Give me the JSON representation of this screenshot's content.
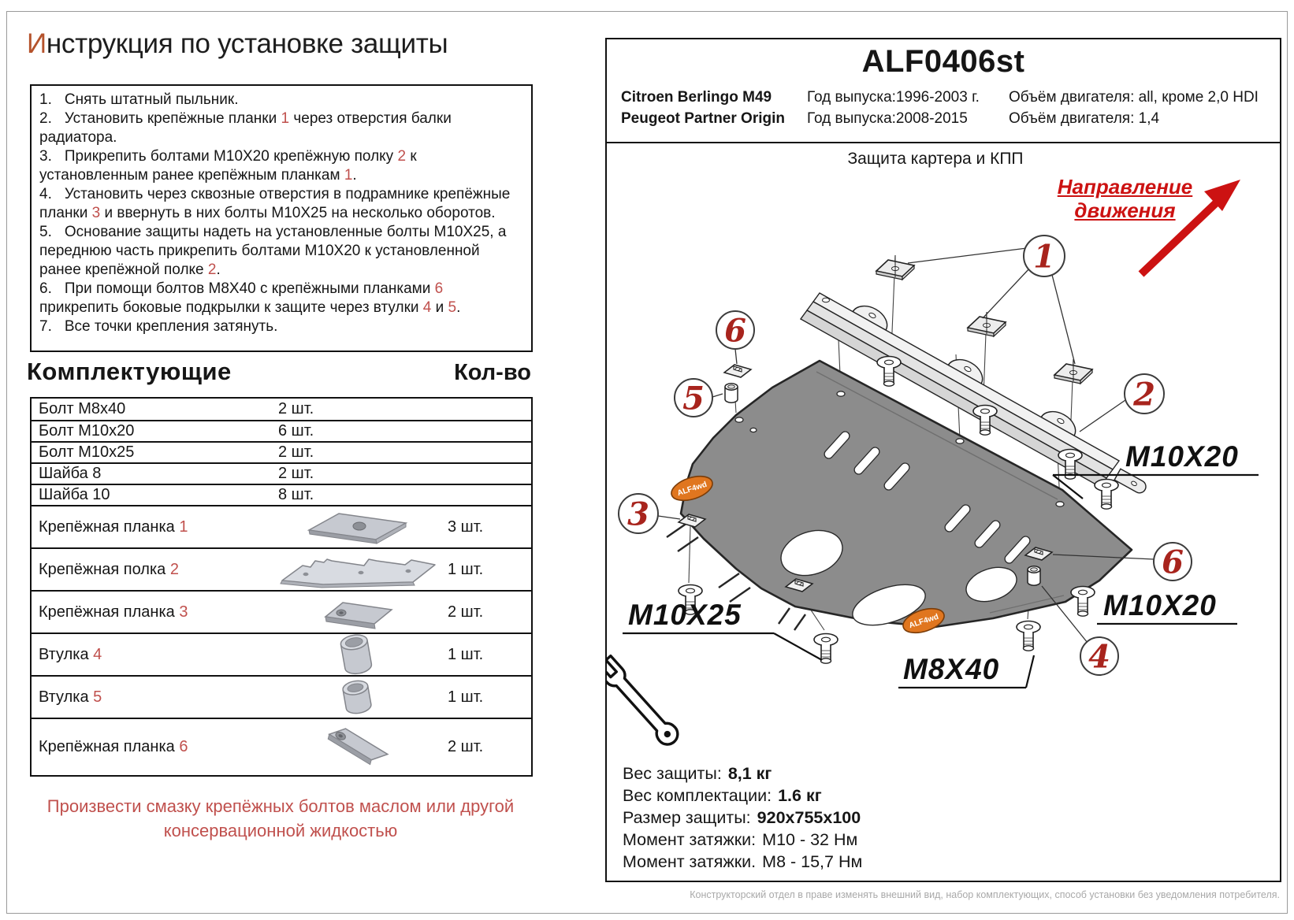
{
  "colors": {
    "accent_red": "#c0504d",
    "title_initial": "#b5532c",
    "direction_red": "#cc1212",
    "callout_red": "#a8241d",
    "disclaimer_gray": "#a9a9a9"
  },
  "title": {
    "initial": "И",
    "rest": "нструкция по установке защиты"
  },
  "instructions": {
    "items": [
      {
        "num": "1.",
        "segments": [
          {
            "text": "Снять штатный пыльник.",
            "red": false
          }
        ]
      },
      {
        "num": "2.",
        "segments": [
          {
            "text": "Установить крепёжные планки ",
            "red": false
          },
          {
            "text": "1",
            "red": true
          },
          {
            "text": " через отверстия балки радиатора.",
            "red": false
          }
        ]
      },
      {
        "num": "3.",
        "segments": [
          {
            "text": "Прикрепить болтами М10Х20 крепёжную полку ",
            "red": false
          },
          {
            "text": "2",
            "red": true
          },
          {
            "text": " к установленным ранее крепёжным планкам ",
            "red": false
          },
          {
            "text": "1",
            "red": true
          },
          {
            "text": ".",
            "red": false
          }
        ]
      },
      {
        "num": "4.",
        "segments": [
          {
            "text": "Установить через сквозные отверстия в подрамнике крепёжные планки ",
            "red": false
          },
          {
            "text": "3",
            "red": true
          },
          {
            "text": " и ввернуть в них болты М10Х25 на несколько оборотов.",
            "red": false
          }
        ]
      },
      {
        "num": "5.",
        "segments": [
          {
            "text": "Основание защиты надеть на установленные болты М10Х25, а переднюю часть прикрепить болтами М10Х20 к установленной ранее крепёжной полке ",
            "red": false
          },
          {
            "text": "2",
            "red": true
          },
          {
            "text": ".",
            "red": false
          }
        ]
      },
      {
        "num": "6.",
        "segments": [
          {
            "text": "При помощи болтов М8Х40 с крепёжными планками ",
            "red": false
          },
          {
            "text": "6",
            "red": true
          },
          {
            "text": " прикрепить боковые подкрылки к защите через втулки  ",
            "red": false
          },
          {
            "text": "4",
            "red": true
          },
          {
            "text": " и ",
            "red": false
          },
          {
            "text": "5",
            "red": true
          },
          {
            "text": ".",
            "red": false
          }
        ]
      },
      {
        "num": "7.",
        "segments": [
          {
            "text": "Все точки крепления затянуть.",
            "red": false
          }
        ]
      }
    ]
  },
  "components": {
    "heading": "Комплектующие",
    "qty_heading": "Кол-во",
    "rows": [
      {
        "name": [
          {
            "text": "Болт М8х40",
            "red": false
          }
        ],
        "qty": "2 шт.",
        "icon": null
      },
      {
        "name": [
          {
            "text": "Болт М10х20",
            "red": false
          }
        ],
        "qty": "6 шт.",
        "icon": null
      },
      {
        "name": [
          {
            "text": "Болт М10х25",
            "red": false
          }
        ],
        "qty": "2 шт.",
        "icon": null
      },
      {
        "name": [
          {
            "text": "Шайба 8",
            "red": false
          }
        ],
        "qty": "2 шт.",
        "icon": null
      },
      {
        "name": [
          {
            "text": "Шайба 10",
            "red": false
          }
        ],
        "qty": "8 шт.",
        "icon": null
      },
      {
        "name": [
          {
            "text": "Крепёжная планка ",
            "red": false
          },
          {
            "text": "1",
            "red": true
          }
        ],
        "qty": "3 шт.",
        "icon": "mounting-plate-icon"
      },
      {
        "name": [
          {
            "text": "Крепёжная полка ",
            "red": false
          },
          {
            "text": "2",
            "red": true
          }
        ],
        "qty": "1 шт.",
        "icon": "mounting-shelf-icon"
      },
      {
        "name": [
          {
            "text": "Крепёжная планка ",
            "red": false
          },
          {
            "text": "3",
            "red": true
          }
        ],
        "qty": "2 шт.",
        "icon": "small-plate-icon"
      },
      {
        "name": [
          {
            "text": "Втулка ",
            "red": false
          },
          {
            "text": "4",
            "red": true
          }
        ],
        "qty": "1 шт.",
        "icon": "bushing-large-icon"
      },
      {
        "name": [
          {
            "text": "Втулка ",
            "red": false
          },
          {
            "text": "5",
            "red": true
          }
        ],
        "qty": "1 шт.",
        "icon": "bushing-small-icon"
      },
      {
        "name": [
          {
            "text": "Крепёжная планка ",
            "red": false
          },
          {
            "text": "6",
            "red": true
          }
        ],
        "qty": "2 шт.",
        "icon": "angled-plate-icon",
        "size": "l"
      }
    ]
  },
  "grease_note": "Произвести смазку крепёжных болтов маслом или другой консервационной жидкостью",
  "product": {
    "part_number": "ALF0406st",
    "vehicles": [
      {
        "model": "Citroen Berlingo M49",
        "years": "Год выпуска:1996-2003 г.",
        "engine": "Объём двигателя: all, кроме 2,0 HDI"
      },
      {
        "model": "Peugeot Partner Origin",
        "years": "Год выпуска:2008-2015",
        "engine": "Объём двигателя: 1,4"
      }
    ]
  },
  "diagram": {
    "title": "Защита картера и КПП",
    "direction_line1": "Направление",
    "direction_line2": "движения",
    "callouts": [
      "1",
      "2",
      "6",
      "5",
      "3",
      "6",
      "4"
    ],
    "bolt_labels": [
      "M10X20",
      "M10X25",
      "M8X40",
      "M10X20"
    ],
    "brand_badge": "ALF4wd"
  },
  "specs": [
    {
      "label": "Вес защиты:",
      "value": "8,1 кг",
      "bold": true
    },
    {
      "label": "Вес комплектации:",
      "value": "1.6 кг",
      "bold": true
    },
    {
      "label": "Размер защиты:",
      "value": "920х755х100",
      "bold": true
    },
    {
      "label": "Момент затяжки:",
      "value": "М10 - 32 Нм",
      "bold": false
    },
    {
      "label": "Момент затяжки.",
      "value": "М8 - 15,7 Нм",
      "bold": false
    }
  ],
  "disclaimer": "Конструкторский отдел в праве изменять внешний вид, набор комплектующих, способ установки без уведомления потребителя."
}
